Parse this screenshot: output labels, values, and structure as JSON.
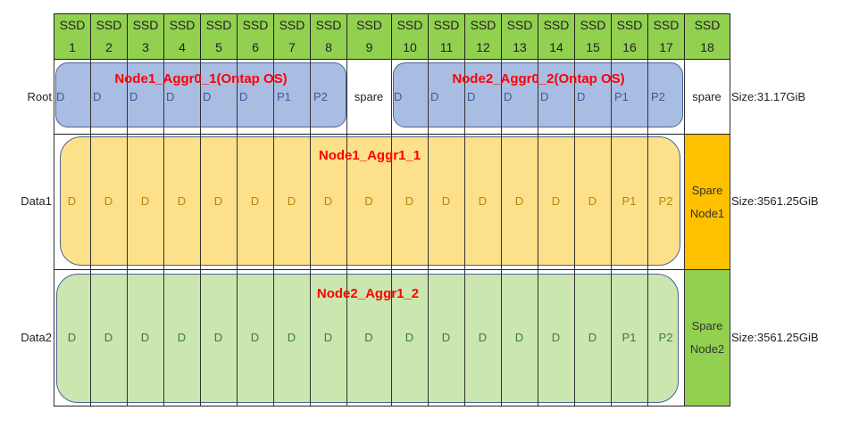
{
  "columns": [
    {
      "line1": "SSD",
      "line2": "1"
    },
    {
      "line1": "SSD",
      "line2": "2"
    },
    {
      "line1": "SSD",
      "line2": "3"
    },
    {
      "line1": "SSD",
      "line2": "4"
    },
    {
      "line1": "SSD",
      "line2": "5"
    },
    {
      "line1": "SSD",
      "line2": "6"
    },
    {
      "line1": "SSD",
      "line2": "7"
    },
    {
      "line1": "SSD",
      "line2": "8"
    },
    {
      "line1": "SSD",
      "line2": "9"
    },
    {
      "line1": "SSD",
      "line2": "10"
    },
    {
      "line1": "SSD",
      "line2": "11"
    },
    {
      "line1": "SSD",
      "line2": "12"
    },
    {
      "line1": "SSD",
      "line2": "13"
    },
    {
      "line1": "SSD",
      "line2": "14"
    },
    {
      "line1": "SSD",
      "line2": "15"
    },
    {
      "line1": "SSD",
      "line2": "16"
    },
    {
      "line1": "SSD",
      "line2": "17"
    },
    {
      "line1": "SSD",
      "line2": "18"
    }
  ],
  "rows": [
    {
      "label": "Root",
      "size": "Size:31.17GiB",
      "cells": [
        "D",
        "D",
        "D",
        "D",
        "D",
        "D",
        "P1",
        "P2",
        "spare",
        "D",
        "D",
        "D",
        "D",
        "D",
        "D",
        "P1",
        "P2",
        "spare"
      ],
      "aggregates": [
        "Node1_Aggr0_1(Ontap OS)",
        "Node2_Aggr0_2(Ontap OS)"
      ]
    },
    {
      "label": "Data1",
      "size": "Size:3561.25GiB",
      "cells": [
        "D",
        "D",
        "D",
        "D",
        "D",
        "D",
        "D",
        "D",
        "D",
        "D",
        "D",
        "D",
        "D",
        "D",
        "D",
        "P1",
        "P2"
      ],
      "aggregates": [
        "Node1_Aggr1_1"
      ],
      "spare": {
        "line1": "Spare",
        "line2": "Node1"
      }
    },
    {
      "label": "Data2",
      "size": "Size:3561.25GiB",
      "cells": [
        "D",
        "D",
        "D",
        "D",
        "D",
        "D",
        "D",
        "D",
        "D",
        "D",
        "D",
        "D",
        "D",
        "D",
        "D",
        "P1",
        "P2"
      ],
      "aggregates": [
        "Node2_Aggr1_2"
      ],
      "spare": {
        "line1": "Spare",
        "line2": "Node2"
      }
    }
  ],
  "colors": {
    "header": "#92D050",
    "root": "#A9BDE3",
    "data1": "#FDE08A",
    "data2": "#CBE6AE",
    "spare1": "#FFC000",
    "spare2": "#92D050",
    "title": "#FF0000"
  }
}
